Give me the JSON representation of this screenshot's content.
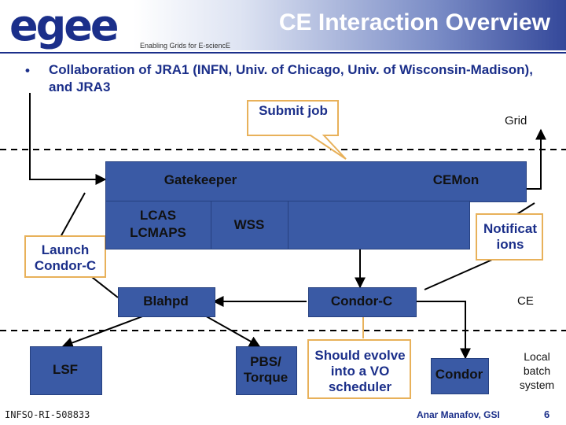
{
  "header": {
    "logo": "egee",
    "tagline": "Enabling Grids for E-sciencE",
    "title": "CE Interaction Overview"
  },
  "bullet": {
    "text": "Collaboration of JRA1 (INFN, Univ. of Chicago, Univ. of Wisconsin-Madison), and JRA3"
  },
  "diagram": {
    "submit_job": "Submit job",
    "grid": "Grid",
    "gatekeeper": "Gatekeeper",
    "cemon": "CEMon",
    "lcas": "LCAS LCMAPS",
    "wss": "WSS",
    "notifications": "Notificat ions",
    "launch": "Launch Condor-C",
    "blahpd": "Blahpd",
    "condor_c": "Condor-C",
    "ce": "CE",
    "lsf": "LSF",
    "pbs": "PBS/ Torque",
    "should_evolve": "Should evolve into a VO scheduler",
    "condor": "Condor",
    "local_batch": "Local batch system"
  },
  "footer": {
    "project": "INFSO-RI-508833",
    "author": "Anar Manafov, GSI",
    "page": "6"
  },
  "colors": {
    "box_blue": "#3a5aa5",
    "text_blue": "#1b2f8a",
    "callout_border": "#e8b15a"
  }
}
